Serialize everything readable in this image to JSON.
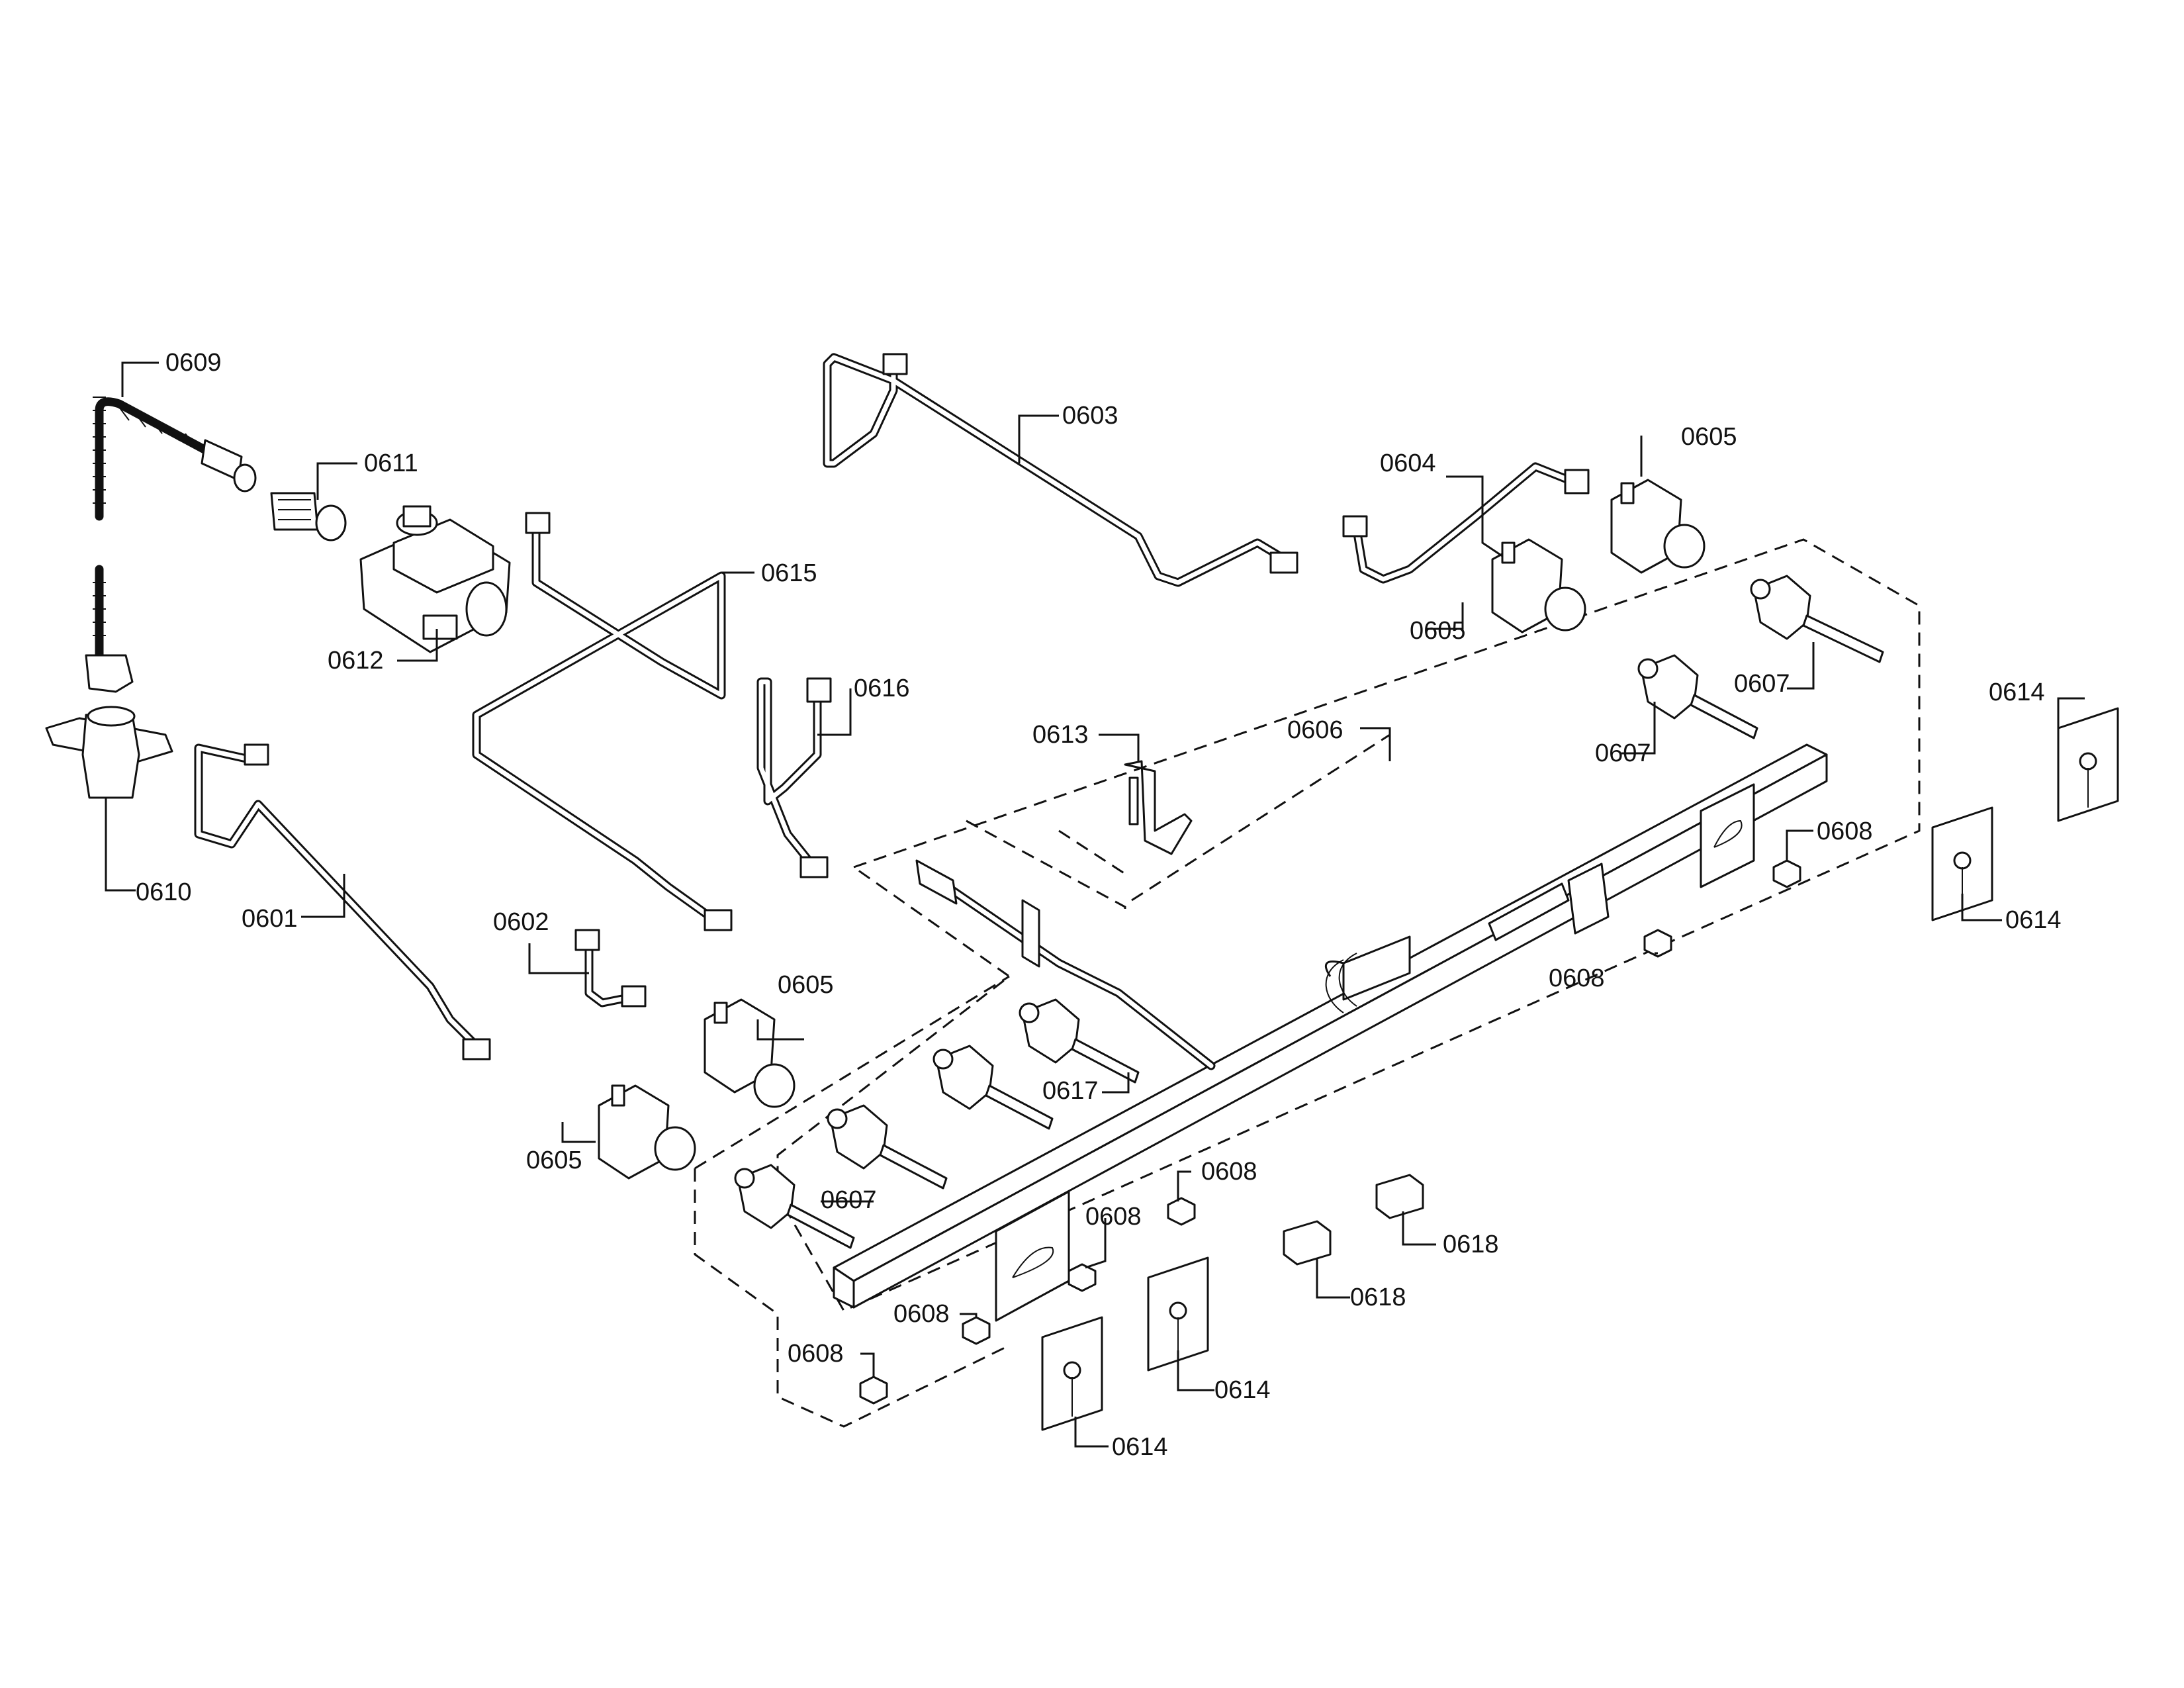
{
  "callouts": [
    {
      "id": "c0609",
      "text": "0609"
    },
    {
      "id": "c0611",
      "text": "0611"
    },
    {
      "id": "c0612",
      "text": "0612"
    },
    {
      "id": "c0610",
      "text": "0610"
    },
    {
      "id": "c0601",
      "text": "0601"
    },
    {
      "id": "c0615",
      "text": "0615"
    },
    {
      "id": "c0616",
      "text": "0616"
    },
    {
      "id": "c0602",
      "text": "0602"
    },
    {
      "id": "c0605a",
      "text": "0605"
    },
    {
      "id": "c0605b",
      "text": "0605"
    },
    {
      "id": "c0603",
      "text": "0603"
    },
    {
      "id": "c0604",
      "text": "0604"
    },
    {
      "id": "c0605c",
      "text": "0605"
    },
    {
      "id": "c0605d",
      "text": "0605"
    },
    {
      "id": "c0613",
      "text": "0613"
    },
    {
      "id": "c0606",
      "text": "0606"
    },
    {
      "id": "c0607a",
      "text": "0607"
    },
    {
      "id": "c0607b",
      "text": "0607"
    },
    {
      "id": "c0607c",
      "text": "0607"
    },
    {
      "id": "c0617",
      "text": "0617"
    },
    {
      "id": "c0608a",
      "text": "0608"
    },
    {
      "id": "c0608b",
      "text": "0608"
    },
    {
      "id": "c0608c",
      "text": "0608"
    },
    {
      "id": "c0608d",
      "text": "0608"
    },
    {
      "id": "c0608e",
      "text": "0608"
    },
    {
      "id": "c0608f",
      "text": "0608"
    },
    {
      "id": "c0614a",
      "text": "0614"
    },
    {
      "id": "c0614b",
      "text": "0614"
    },
    {
      "id": "c0614c",
      "text": "0614"
    },
    {
      "id": "c0614d",
      "text": "0614"
    },
    {
      "id": "c0618a",
      "text": "0618"
    },
    {
      "id": "c0618b",
      "text": "0618"
    }
  ]
}
